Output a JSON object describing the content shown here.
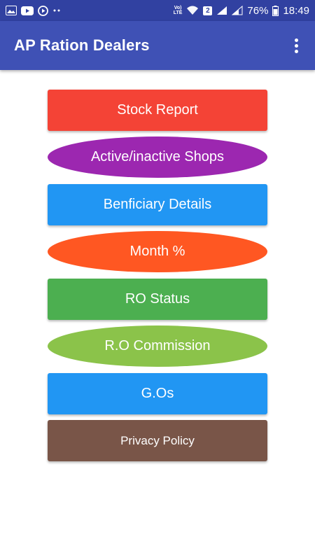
{
  "status_bar": {
    "notification_badge": "2",
    "lte_label": "Vo)\nLTE",
    "battery": "76%",
    "time": "18:49",
    "background": "#3141a1"
  },
  "app_bar": {
    "title": "AP Ration Dealers",
    "background": "#3f51b5",
    "overflow_icon": "more-vert-icon"
  },
  "menu": {
    "buttons": [
      {
        "label": "Stock Report",
        "color": "#f44336",
        "shape": "rect"
      },
      {
        "label": "Active/inactive Shops",
        "color": "#9c27b0",
        "shape": "oval"
      },
      {
        "label": "Benficiary Details",
        "color": "#2196f3",
        "shape": "rect"
      },
      {
        "label": "Month %",
        "color": "#ff5722",
        "shape": "oval"
      },
      {
        "label": "RO Status",
        "color": "#4caf50",
        "shape": "rect"
      },
      {
        "label": "R.O Commission",
        "color": "#8bc34a",
        "shape": "oval"
      },
      {
        "label": "G.Os",
        "color": "#2196f3",
        "shape": "rect"
      },
      {
        "label": "Privacy Policy",
        "color": "#795548",
        "shape": "rect"
      }
    ]
  }
}
